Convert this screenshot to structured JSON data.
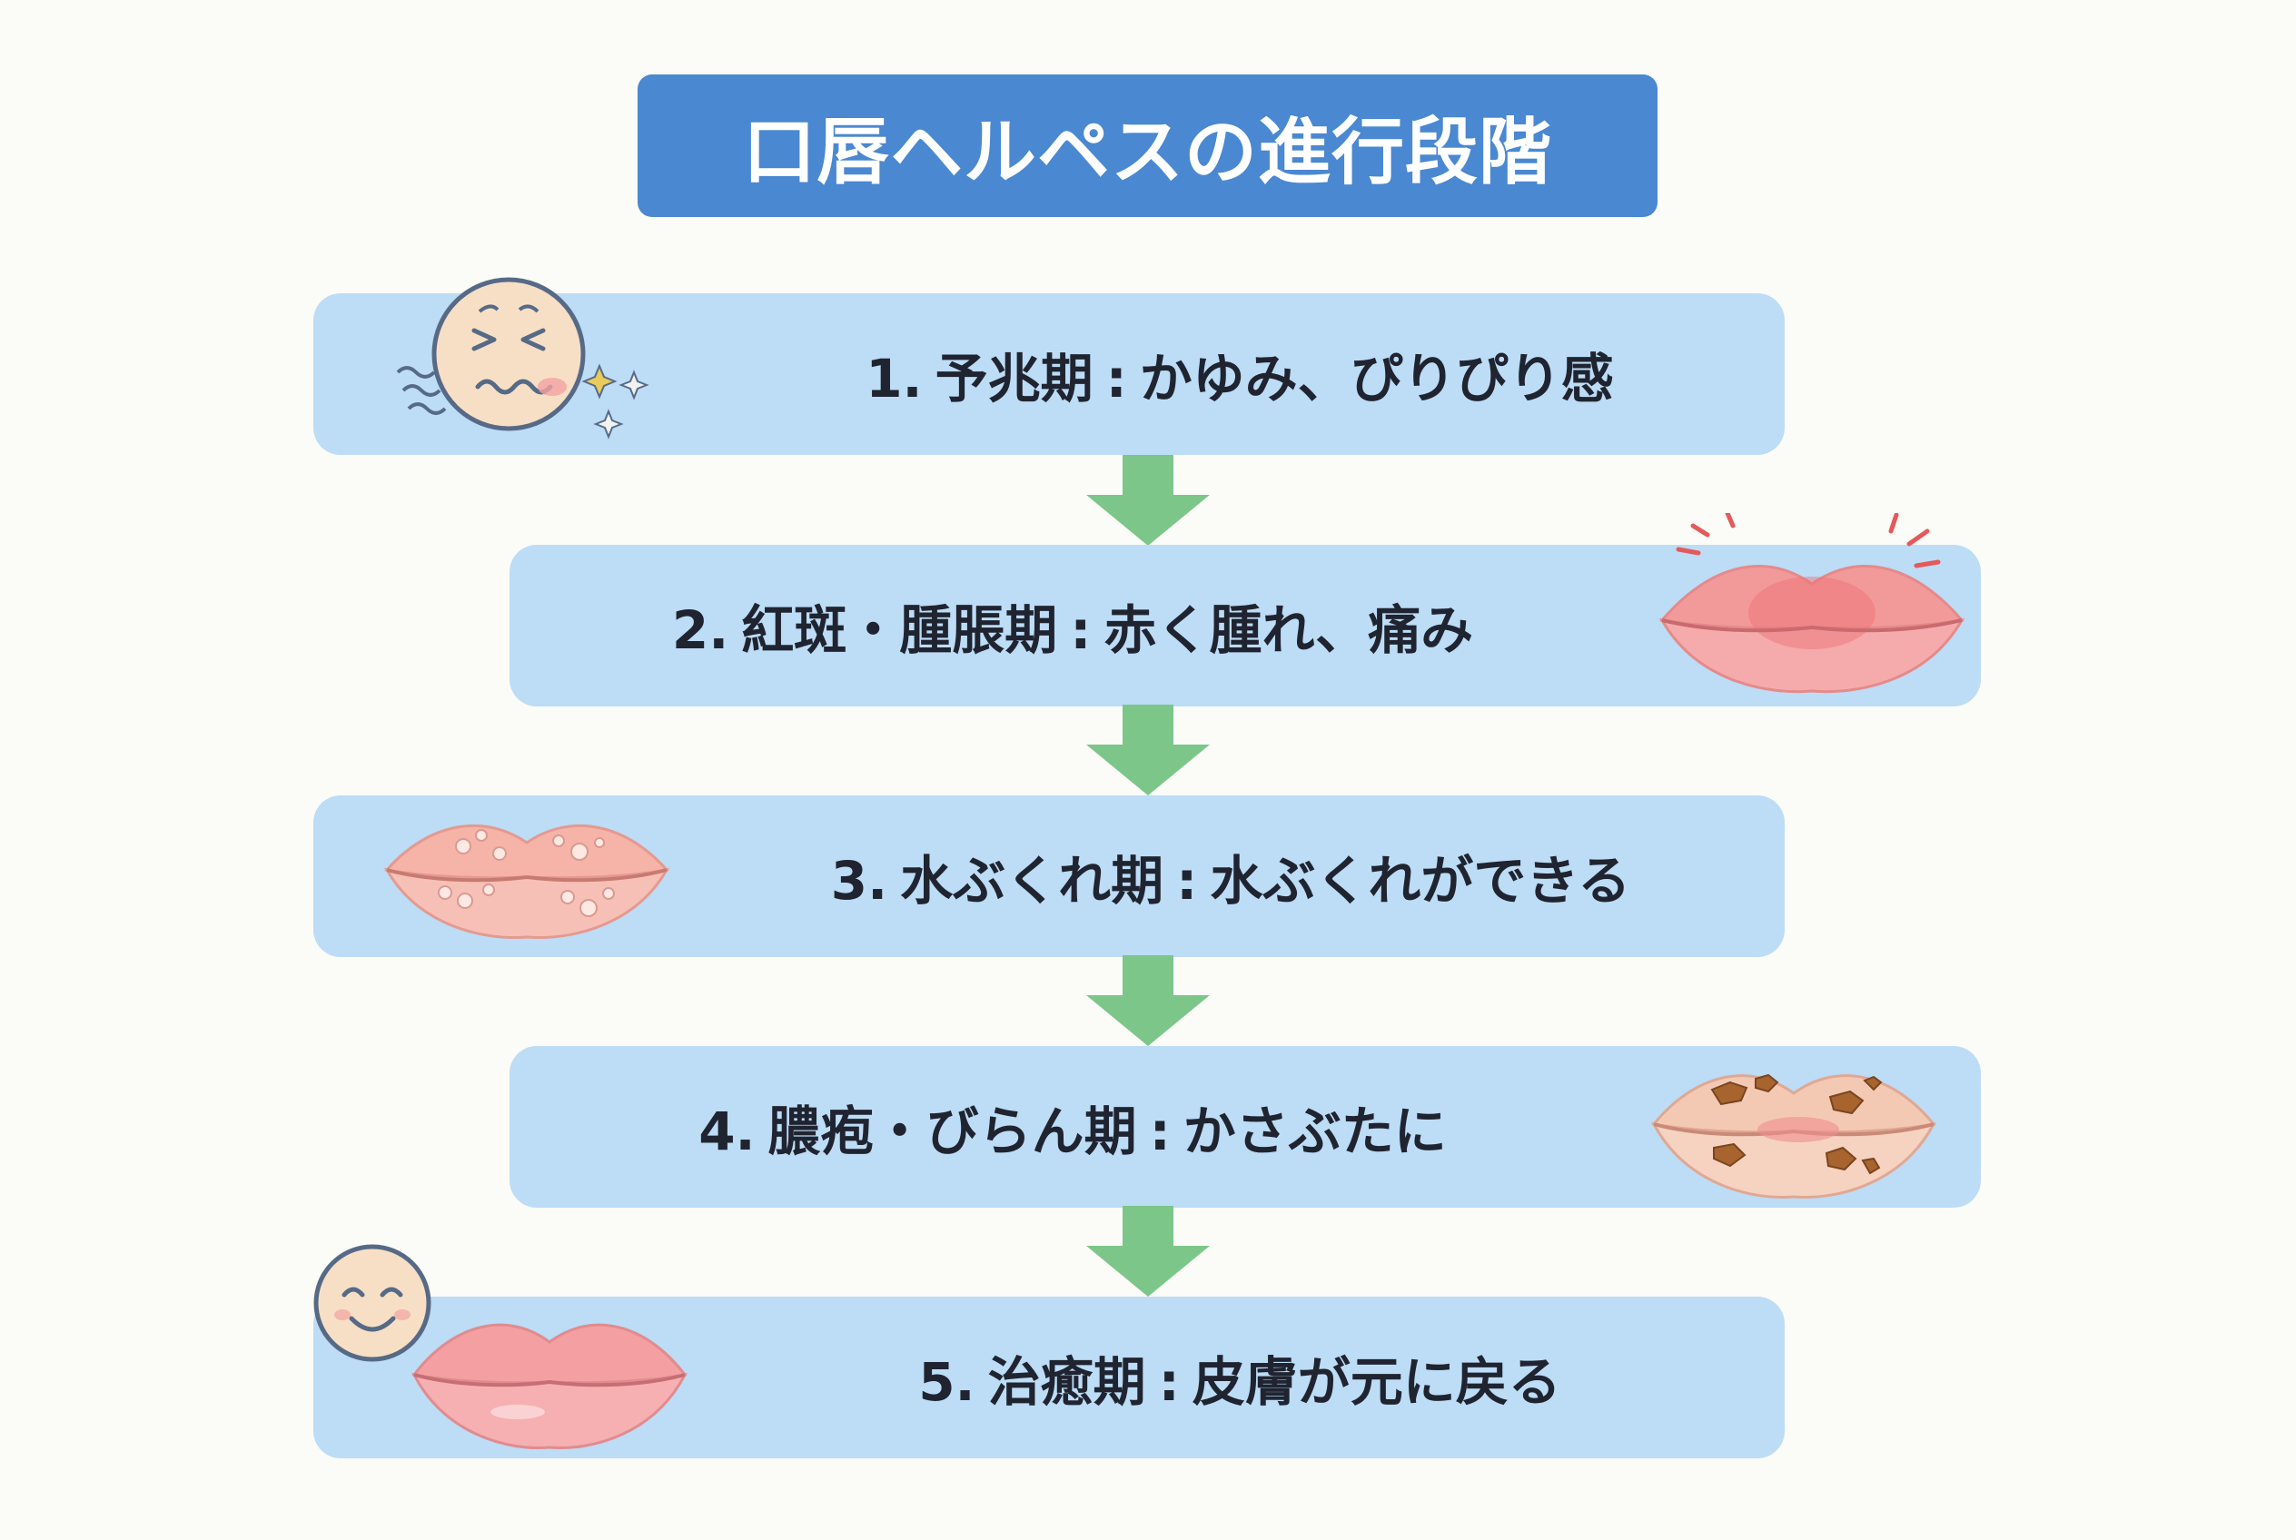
{
  "title": "口唇ヘルペスの進行段階",
  "stages": [
    {
      "num": "1.",
      "name": "予兆期",
      "sep": ":",
      "desc": "かゆみ、ぴりぴり感",
      "illustration": "uncomfortable-face-icon"
    },
    {
      "num": "2.",
      "name": "紅斑・腫脹期",
      "sep": ":",
      "desc": "赤く腫れ、痛み",
      "illustration": "swollen-red-lips-icon"
    },
    {
      "num": "3.",
      "name": "水ぶくれ期",
      "sep": ":",
      "desc": "水ぶくれができる",
      "illustration": "blistered-lips-icon"
    },
    {
      "num": "4.",
      "name": "膿疱・びらん期",
      "sep": ":",
      "desc": "かさぶたに",
      "illustration": "scabbed-lips-icon"
    },
    {
      "num": "5.",
      "name": "治癒期",
      "sep": ":",
      "desc": "皮膚が元に戻る",
      "illustration": "healthy-lips-icon"
    }
  ],
  "colors": {
    "title_bg": "#4a88d1",
    "stage_bg": "#bddcf6",
    "arrow": "#7cc68a",
    "text": "#1f2430"
  }
}
